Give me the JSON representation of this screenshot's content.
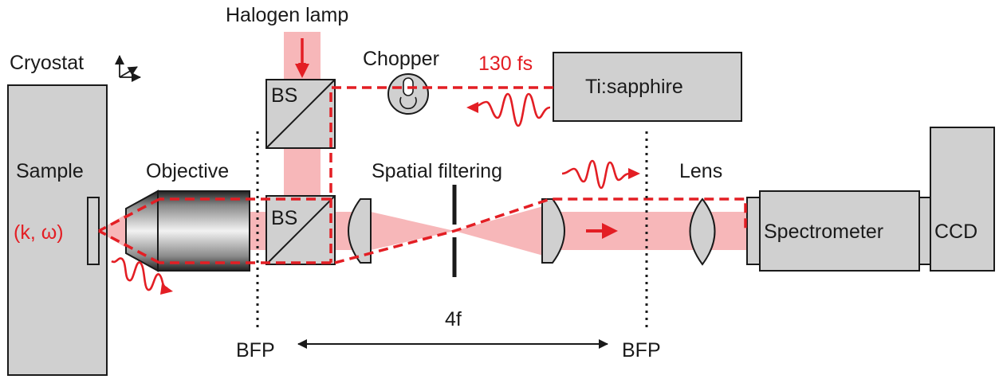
{
  "labels": {
    "halogen_lamp": "Halogen lamp",
    "cryostat": "Cryostat",
    "chopper": "Chopper",
    "pulse_duration": "130 fs",
    "laser": "Ti:sapphire",
    "beam_splitter_top": "BS",
    "beam_splitter_bottom": "BS",
    "sample": "Sample",
    "k_omega": "(k, ω)",
    "objective": "Objective",
    "spatial_filtering": "Spatial filtering",
    "lens": "Lens",
    "spectrometer": "Spectrometer",
    "ccd": "CCD",
    "four_f": "4f",
    "bfp_left": "BFP",
    "bfp_right": "BFP"
  },
  "colors": {
    "laser_red": "#e31e24",
    "white_light_beam": "#f7b7b9",
    "component_gray": "#d0d0d0",
    "outline": "#1a1a1a"
  }
}
